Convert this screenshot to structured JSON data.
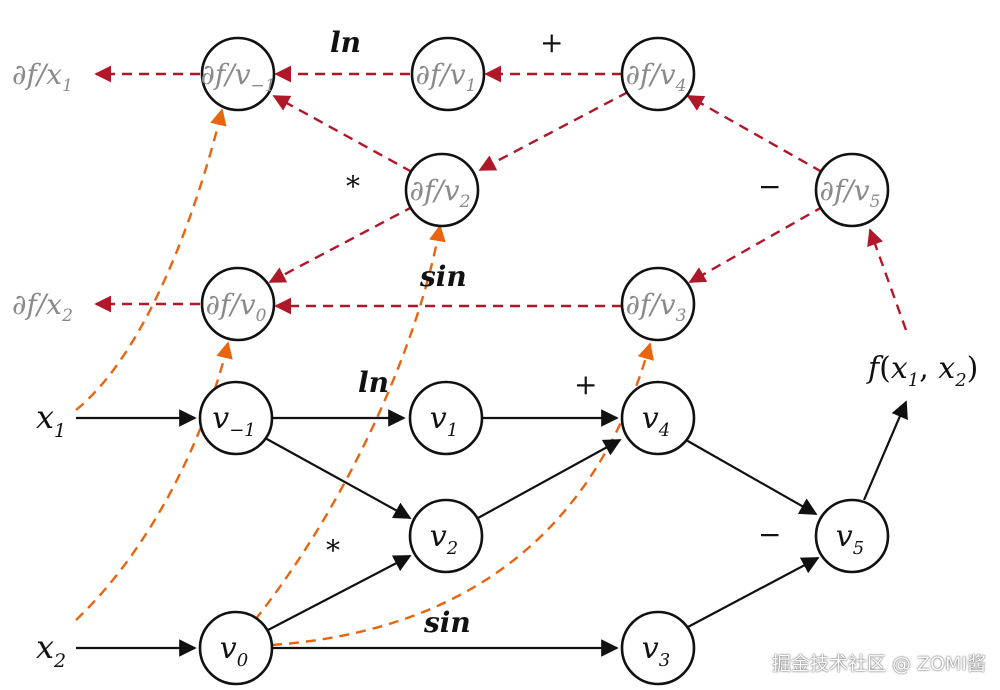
{
  "diagram": {
    "forward_nodes": [
      {
        "id": "xm1",
        "base": "v",
        "sub": "−1"
      },
      {
        "id": "x0",
        "base": "v",
        "sub": "0"
      },
      {
        "id": "x1n",
        "base": "v",
        "sub": "1"
      },
      {
        "id": "x2n",
        "base": "v",
        "sub": "2"
      },
      {
        "id": "x3n",
        "base": "v",
        "sub": "3"
      },
      {
        "id": "x4n",
        "base": "v",
        "sub": "4"
      },
      {
        "id": "x5n",
        "base": "v",
        "sub": "5"
      }
    ],
    "backward_nodes": [
      {
        "id": "gm1",
        "text": "∂f/v",
        "sub": "−1"
      },
      {
        "id": "g0",
        "text": "∂f/v",
        "sub": "0"
      },
      {
        "id": "g1",
        "text": "∂f/v",
        "sub": "1"
      },
      {
        "id": "g2",
        "text": "∂f/v",
        "sub": "2"
      },
      {
        "id": "g3",
        "text": "∂f/v",
        "sub": "3"
      },
      {
        "id": "g4",
        "text": "∂f/v",
        "sub": "4"
      },
      {
        "id": "g5",
        "text": "∂f/v",
        "sub": "5"
      }
    ],
    "inputs": [
      {
        "id": "in1",
        "base": "x",
        "sub": "1"
      },
      {
        "id": "in2",
        "base": "x",
        "sub": "2"
      }
    ],
    "outputs_grad": [
      {
        "id": "out1",
        "text": "∂f/x",
        "sub": "1"
      },
      {
        "id": "out2",
        "text": "∂f/x",
        "sub": "2"
      }
    ],
    "function_label": {
      "f": "f",
      "open": "(",
      "x": "x",
      "sub1": "1",
      "comma": ", ",
      "x2": "x",
      "sub2": "2",
      "close": ")"
    },
    "op_labels": {
      "fwd_ln": "ln",
      "fwd_plus": "+",
      "fwd_mul": "*",
      "fwd_sin": "sin",
      "fwd_minus": "−",
      "bwd_ln": "ln",
      "bwd_plus": "+",
      "bwd_mul": "*",
      "bwd_sin": "sin",
      "bwd_minus": "−"
    },
    "colors": {
      "forward": "#111111",
      "backward": "#b0182a",
      "gradient_flow": "#e8640f",
      "grad_text": "#8a8a8a"
    }
  },
  "watermark": "掘金技术社区 @ ZOMI酱"
}
